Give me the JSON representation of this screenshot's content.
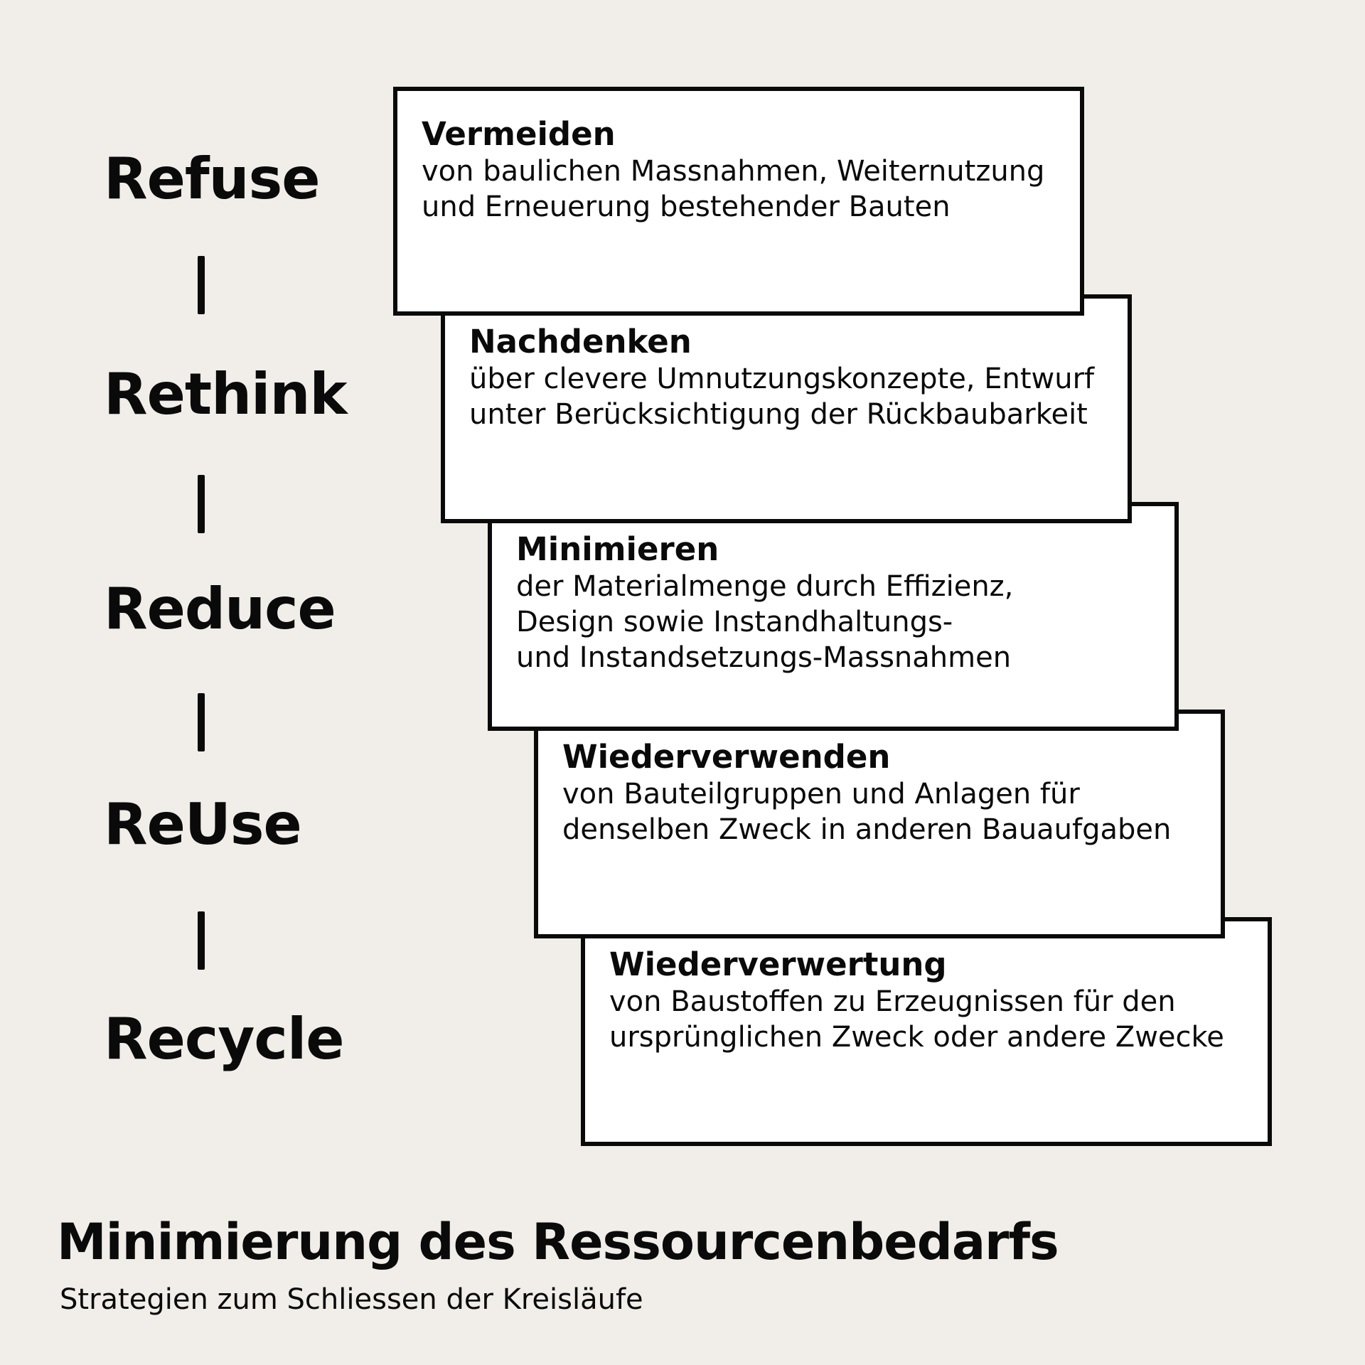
{
  "stages": [
    {
      "label": "Refuse",
      "title": "Vermeiden",
      "description": "von baulichen Massnahmen, Weiternutzung\nund Erneuerung bestehender Bauten"
    },
    {
      "label": "Rethink",
      "title": "Nachdenken",
      "description": "über clevere Umnutzungskonzepte, Entwurf\nunter Berücksichtigung der Rückbaubarkeit"
    },
    {
      "label": "Reduce",
      "title": "Minimieren",
      "description": "der Materialmenge durch Effizienz,\nDesign sowie Instandhaltungs-\nund Instandsetzungs-Massnahmen"
    },
    {
      "label": "ReUse",
      "title": "Wiederverwenden",
      "description": "von Bauteilgruppen und Anlagen für\ndenselben Zweck in anderen Bauaufgaben"
    },
    {
      "label": "Recycle",
      "title": "Wiederverwertung",
      "description": "von Baustoffen zu Erzeugnissen für den\nursprünglichen Zweck oder andere Zwecke"
    }
  ],
  "title": "Minimierung des Ressourcenbedarfs",
  "subtitle": "Strategien zum Schliessen der Kreisläufe",
  "colors": {
    "background": "#f1eee9",
    "box": "#ffffff",
    "ink": "#0a0a0a"
  }
}
